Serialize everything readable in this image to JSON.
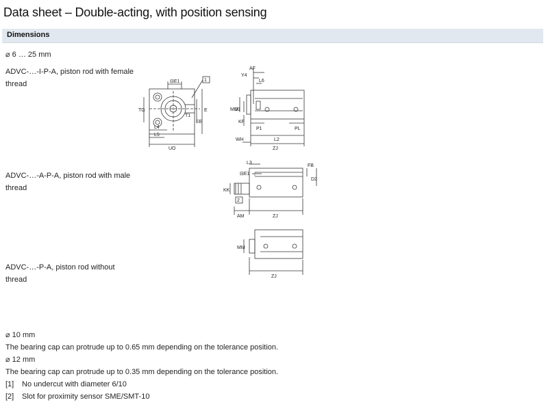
{
  "title": "Data sheet – Double-acting, with position sensing",
  "section": "Dimensions",
  "diameter_range": "⌀ 6 … 25 mm",
  "variants": [
    {
      "caption": "ADVC-…-I-P-A, piston rod with female thread"
    },
    {
      "caption": "ADVC-…-A-P-A, piston rod with male thread"
    },
    {
      "caption": "ADVC-…-P-A, piston rod without thread"
    }
  ],
  "labels": {
    "end_view": [
      "⊟E1",
      "1",
      "TG",
      "L4",
      "L5",
      "UO",
      "EE",
      "E",
      "T1"
    ],
    "side_1": [
      "AF",
      "Y4",
      "L6",
      "D1",
      "MM",
      "KF",
      "P1",
      "PL",
      "L2",
      "WH",
      "ZJ"
    ],
    "side_2": [
      "L3",
      "⊟E1",
      "FB",
      "D2",
      "KK",
      "2",
      "AM",
      "ZJ"
    ],
    "side_3": [
      "MM",
      "ZJ"
    ]
  },
  "notes": [
    {
      "text": "⌀ 10 mm"
    },
    {
      "text": "The bearing cap can protrude up to 0.65 mm depending on the tolerance position."
    },
    {
      "text": "⌀ 12 mm"
    },
    {
      "text": "The bearing cap can protrude up to 0.35 mm depending on the tolerance position."
    }
  ],
  "footnotes": [
    {
      "num": "[1]",
      "text": "No undercut with diameter 6/10"
    },
    {
      "num": "[2]",
      "text": "Slot for proximity sensor SME/SMT-10"
    }
  ]
}
